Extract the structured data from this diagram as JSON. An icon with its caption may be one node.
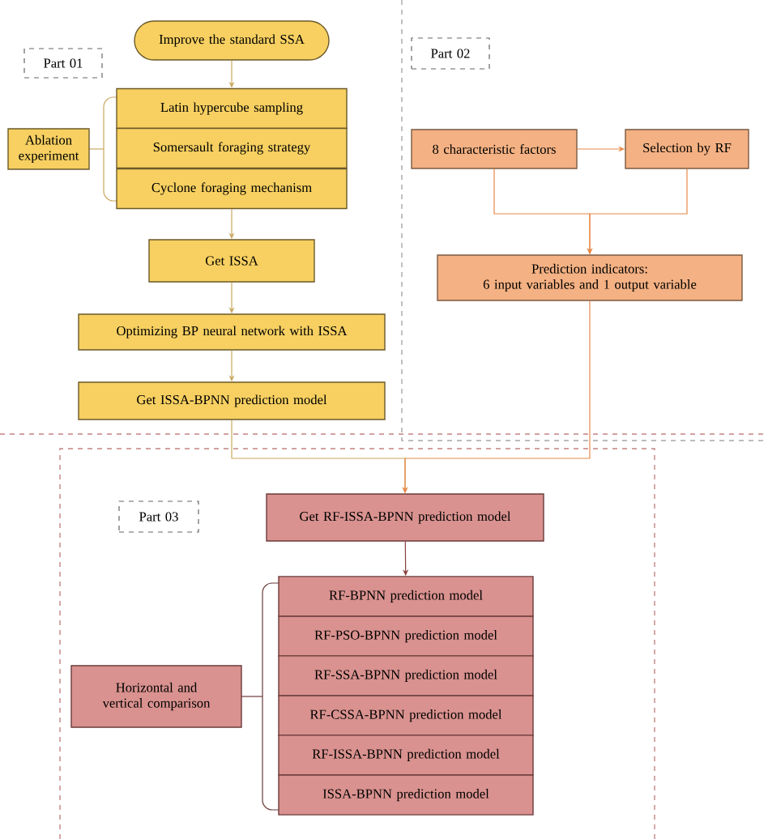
{
  "diagram": {
    "nodes": [
      {
        "text": [
          "Improve the standard SSA"
        ]
      },
      {
        "text": [
          "Part 01"
        ]
      },
      {
        "text": [
          "Latin hypercube sampling"
        ]
      },
      {
        "text": [
          "Somersault foraging strategy"
        ]
      },
      {
        "text": [
          "Cyclone foraging mechanism"
        ]
      },
      {
        "text": [
          "Ablation experiment"
        ]
      },
      {
        "text": [
          "Get ISSA"
        ]
      },
      {
        "text": [
          "Optimizing BP neural network with ISSA"
        ]
      },
      {
        "text": [
          "Get ISSA-BPNN prediction model"
        ]
      },
      {
        "text": [
          "Part 02"
        ]
      },
      {
        "text": [
          "8 characteristic factors"
        ]
      },
      {
        "text": [
          "Selection by RF"
        ]
      },
      {
        "text": [
          "Prediction indicators:",
          "6 input variables and 1 output variable"
        ]
      },
      {
        "text": [
          "Part 03"
        ]
      },
      {
        "text": [
          "Get RF-ISSA-BPNN prediction model"
        ]
      },
      {
        "text": [
          "RF-BPNN prediction model"
        ]
      },
      {
        "text": [
          "RF-PSO-BPNN prediction model"
        ]
      },
      {
        "text": [
          "RF-SSA-BPNN prediction model"
        ]
      },
      {
        "text": [
          "RF-CSSA-BPNN prediction model"
        ]
      },
      {
        "text": [
          "RF-ISSA-BPNN prediction model"
        ]
      },
      {
        "text": [
          "ISSA-BPNN prediction model"
        ]
      },
      {
        "text": [
          "Horizontal and vertical comparison"
        ]
      }
    ],
    "edges": [
      {
        "from": 0,
        "to": 2,
        "arrow": "to"
      },
      {
        "from": 4,
        "to": 6,
        "arrow": "to"
      },
      {
        "from": 6,
        "to": 7,
        "arrow": "to"
      },
      {
        "from": 7,
        "to": 8,
        "arrow": "to"
      },
      {
        "from": 8,
        "to": 14,
        "arrow": "to"
      },
      {
        "from": 10,
        "to": 11,
        "arrow": "to",
        "color": "#e8894a"
      },
      {
        "from": 10,
        "to": 12,
        "arrow": "to",
        "color": "#e8894a"
      },
      {
        "from": 11,
        "to": 12,
        "arrow": "to",
        "color": "#e8894a"
      },
      {
        "from": 12,
        "to": 14,
        "arrow": "to",
        "color": "#e8894a"
      },
      {
        "from": 14,
        "to": 15,
        "arrow": "to",
        "color": "#8b3f3f"
      }
    ]
  }
}
